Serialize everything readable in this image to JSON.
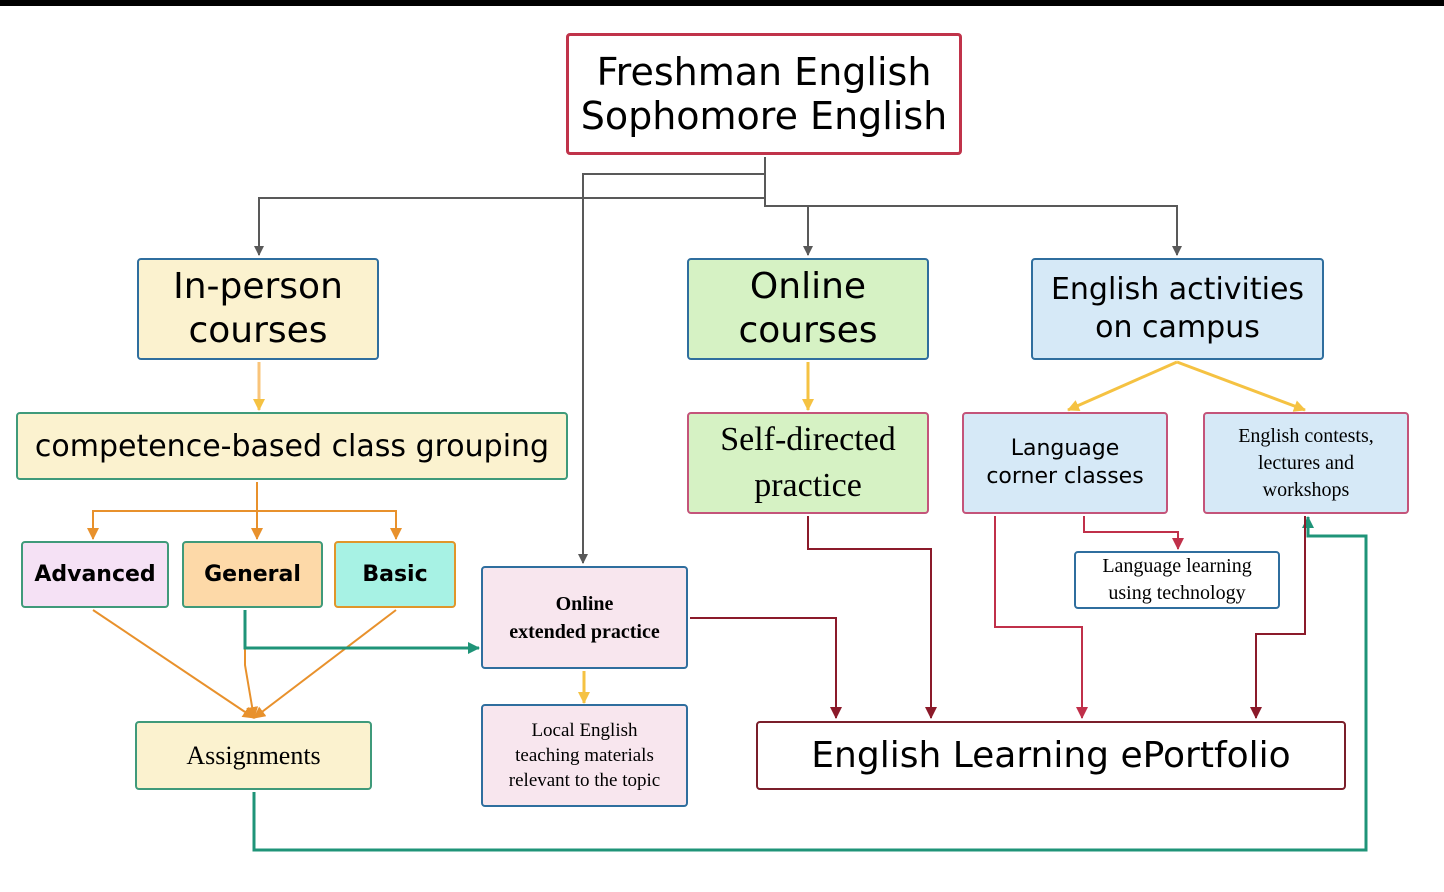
{
  "diagram": {
    "nodes": [
      {
        "id": "title",
        "text": "Freshman English\nSophomore English"
      },
      {
        "id": "inperson",
        "text": "In-person\ncourses"
      },
      {
        "id": "online",
        "text": "Online\ncourses"
      },
      {
        "id": "activities",
        "text": "English activities\non campus"
      },
      {
        "id": "grouping",
        "text": "competence-based class grouping"
      },
      {
        "id": "selfdir",
        "text": "Self-directed\npractice"
      },
      {
        "id": "langcorner",
        "text": "Language\ncorner classes"
      },
      {
        "id": "contests",
        "text": "English contests,\nlectures and\nworkshops"
      },
      {
        "id": "advanced",
        "text": "Advanced"
      },
      {
        "id": "general",
        "text": "General"
      },
      {
        "id": "basic",
        "text": "Basic"
      },
      {
        "id": "onlineext",
        "text": "Online\nextended practice"
      },
      {
        "id": "langtech",
        "text": "Language learning\nusing  technology"
      },
      {
        "id": "assign",
        "text": "Assignments"
      },
      {
        "id": "local",
        "text": "Local English\nteaching materials\nrelevant to the topic"
      },
      {
        "id": "eport",
        "text": "English Learning ePortfolio"
      }
    ],
    "colors": {
      "gray_link": "#595959",
      "yellow_link": "#f5c242",
      "orange_link": "#e8912c",
      "teal_link": "#1f9478",
      "red_link": "#8b1a2a",
      "crimson_link": "#c0304a"
    }
  }
}
